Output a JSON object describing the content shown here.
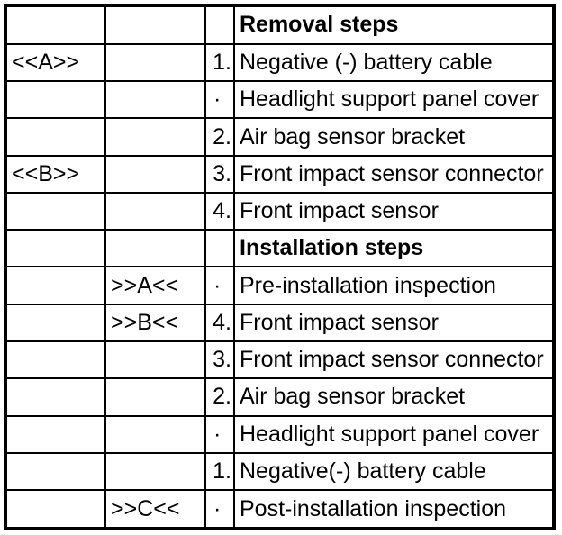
{
  "table": {
    "rows": [
      {
        "marker_removal": "",
        "marker_installation": "",
        "step": "",
        "description": "Removal steps",
        "is_section_header": true
      },
      {
        "marker_removal": "<<A>>",
        "marker_installation": "",
        "step": "1.",
        "description": "Negative (-) battery cable",
        "is_section_header": false
      },
      {
        "marker_removal": "",
        "marker_installation": "",
        "step": "·",
        "description": "Headlight support panel cover",
        "is_section_header": false
      },
      {
        "marker_removal": "",
        "marker_installation": "",
        "step": "2.",
        "description": "Air bag sensor bracket",
        "is_section_header": false
      },
      {
        "marker_removal": "<<B>>",
        "marker_installation": "",
        "step": "3.",
        "description": "Front impact sensor connector",
        "is_section_header": false
      },
      {
        "marker_removal": "",
        "marker_installation": "",
        "step": "4.",
        "description": "Front impact sensor",
        "is_section_header": false
      },
      {
        "marker_removal": "",
        "marker_installation": "",
        "step": "",
        "description": "Installation steps",
        "is_section_header": true
      },
      {
        "marker_removal": "",
        "marker_installation": ">>A<<",
        "step": "·",
        "description": "Pre-installation inspection",
        "is_section_header": false
      },
      {
        "marker_removal": "",
        "marker_installation": ">>B<<",
        "step": "4.",
        "description": "Front impact sensor",
        "is_section_header": false
      },
      {
        "marker_removal": "",
        "marker_installation": "",
        "step": "3.",
        "description": "Front impact sensor connector",
        "is_section_header": false
      },
      {
        "marker_removal": "",
        "marker_installation": "",
        "step": "2.",
        "description": "Air bag sensor bracket",
        "is_section_header": false
      },
      {
        "marker_removal": "",
        "marker_installation": "",
        "step": "·",
        "description": "Headlight support panel cover",
        "is_section_header": false
      },
      {
        "marker_removal": "",
        "marker_installation": "",
        "step": "1.",
        "description": "Negative(-) battery cable",
        "is_section_header": false
      },
      {
        "marker_removal": "",
        "marker_installation": ">>C<<",
        "step": "·",
        "description": "Post-installation inspection",
        "is_section_header": false
      }
    ],
    "bullet_char": "·",
    "colors": {
      "border": "#000000",
      "text": "#000000",
      "background": "#ffffff"
    }
  }
}
